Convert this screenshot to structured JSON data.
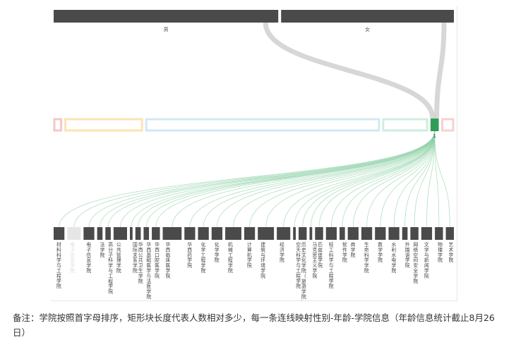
{
  "chart_data": {
    "type": "sankey",
    "levels": [
      {
        "name": "gender",
        "nodes": [
          {
            "label": "男",
            "weight": 52
          },
          {
            "label": "女",
            "weight": 40
          }
        ]
      },
      {
        "name": "age",
        "nodes": [
          {
            "label": "",
            "weight": 2,
            "color": "#f5c7c7"
          },
          {
            "label": "",
            "weight": 19,
            "color": "#fbe3b4"
          },
          {
            "label": "",
            "weight": 57,
            "color": "#d2e8f4"
          },
          {
            "label": "",
            "weight": 11,
            "color": "#cdeedd"
          },
          {
            "label": "1",
            "weight": 2,
            "color": "#2e9e57",
            "highlight": true
          },
          {
            "label": "",
            "weight": 3,
            "color": "#f5d2d2"
          }
        ]
      },
      {
        "name": "college",
        "nodes": [
          {
            "label": "材料科学与工程学院",
            "weight": 4
          },
          {
            "label": "电子信息学院",
            "weight": 5,
            "faded": true
          },
          {
            "label": "电子信息学院",
            "weight": 4
          },
          {
            "label": "法学院",
            "weight": 2
          },
          {
            "label": "高分子科学与工程学院",
            "weight": 2
          },
          {
            "label": "公共管理学院",
            "weight": 5
          },
          {
            "label": "国际关系学院",
            "weight": 1
          },
          {
            "label": "华西公共卫生学院",
            "weight": 2
          },
          {
            "label": "华西基础医学与法医学院",
            "weight": 2
          },
          {
            "label": "华西口腔医学院",
            "weight": 3
          },
          {
            "label": "华西临床医学院",
            "weight": 7
          },
          {
            "label": "华西药学院",
            "weight": 4
          },
          {
            "label": "化学工程学院",
            "weight": 4
          },
          {
            "label": "化学学院",
            "weight": 4
          },
          {
            "label": "机械工程学院",
            "weight": 6
          },
          {
            "label": "计算机学院",
            "weight": 4
          },
          {
            "label": "建筑与环境学院",
            "weight": 6
          },
          {
            "label": "经济学院",
            "weight": 5
          },
          {
            "label": "空天科学与工程学院",
            "weight": 1
          },
          {
            "label": "历史文化学院（旅游学院）",
            "weight": 3
          },
          {
            "label": "马克思主义学院",
            "weight": 1
          },
          {
            "label": "匹兹堡学院",
            "weight": 3
          },
          {
            "label": "轻工科学与工程学院",
            "weight": 4
          },
          {
            "label": "软件学院",
            "weight": 2
          },
          {
            "label": "商学院",
            "weight": 4
          },
          {
            "label": "生命科学学院",
            "weight": 4
          },
          {
            "label": "数学学院",
            "weight": 4
          },
          {
            "label": "水利水电学院",
            "weight": 4
          },
          {
            "label": "外国语学院",
            "weight": 2
          },
          {
            "label": "网络空间安全学院",
            "weight": 3
          },
          {
            "label": "文学与新闻学院",
            "weight": 4
          },
          {
            "label": "物理学院",
            "weight": 3
          },
          {
            "label": "艺术学院",
            "weight": 3
          }
        ]
      }
    ],
    "links": {
      "gender_to_age": [
        {
          "source": "男",
          "target": 4,
          "value": 1
        },
        {
          "source": "女",
          "target": 4,
          "value": 1
        }
      ],
      "age_to_college": "all-colleges-from-highlighted"
    }
  },
  "note": "备注：学院按照首字母排序，矩形块长度代表人数相对多少，每一条连线映射性别-年龄-学院信息（年龄信息统计截止8月26日）",
  "colors": {
    "gender_block": "#4a4a4a",
    "college_block": "#4a4a4a",
    "link_gender": "#c9c9c9",
    "link_college": "#8fd1a6",
    "accent": "#2e9e57"
  }
}
